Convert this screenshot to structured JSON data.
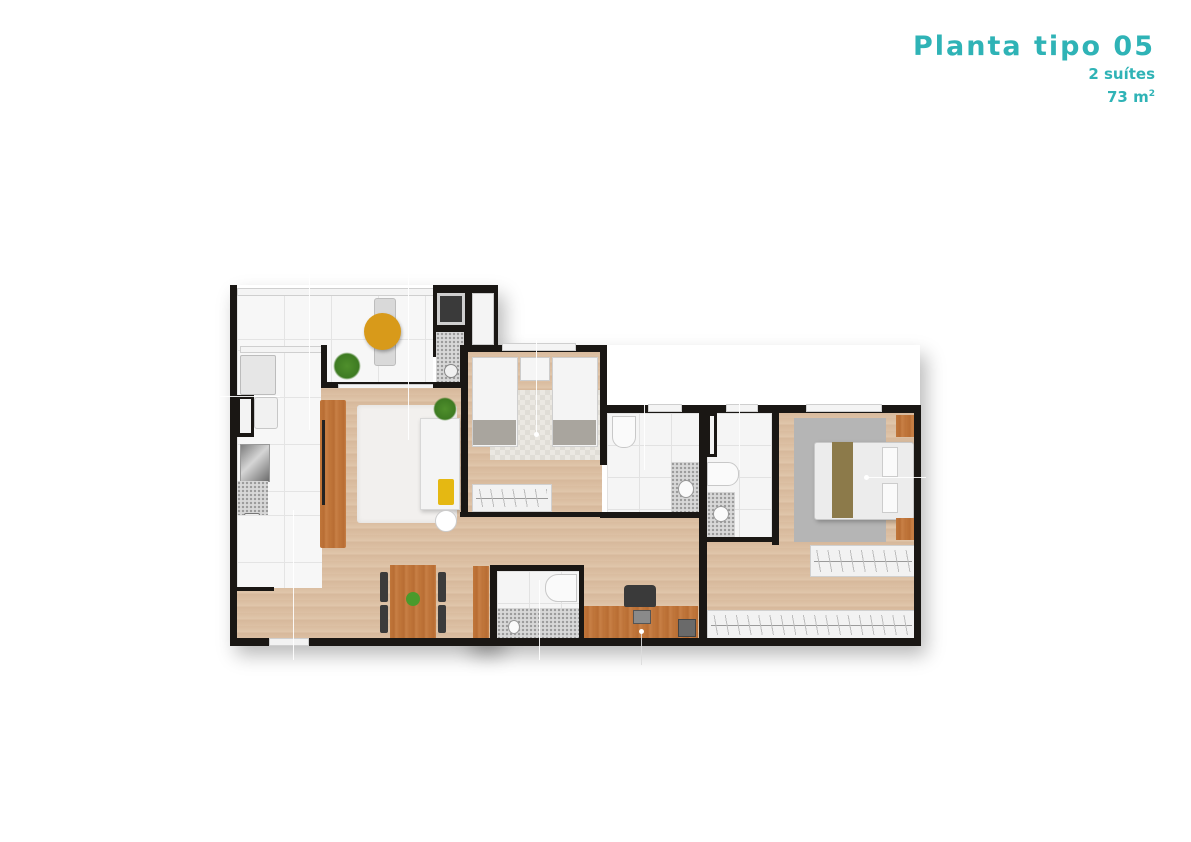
{
  "header": {
    "title": "Planta tipo 05",
    "suites": "2 suítes",
    "area_value": "73 m",
    "area_unit_sup": "2"
  },
  "colors": {
    "accent": "#2fb3b6",
    "wall": "#1a1714",
    "floor_wood": "#d9bc9f",
    "tile": "#f7f7f7",
    "table_yellow": "#d89a1a",
    "bed_runner": "#8c7a4a",
    "cushion_yellow": "#e5b812"
  },
  "floorplan": {
    "rooms": [
      {
        "id": "terrace",
        "icon": "round-table-icon"
      },
      {
        "id": "laundry",
        "icon": "washing-machine-icon"
      },
      {
        "id": "kitchen",
        "icon": "stove-icon"
      },
      {
        "id": "living-room",
        "icon": "sofa-icon"
      },
      {
        "id": "dining",
        "icon": "dining-table-icon"
      },
      {
        "id": "bedroom-1",
        "icon": "twin-beds-icon"
      },
      {
        "id": "bathroom-1",
        "icon": "toilet-icon"
      },
      {
        "id": "suite-bathroom",
        "icon": "toilet-icon"
      },
      {
        "id": "master-suite",
        "icon": "double-bed-icon"
      },
      {
        "id": "powder-room",
        "icon": "toilet-icon"
      },
      {
        "id": "home-office",
        "icon": "desk-icon"
      }
    ]
  }
}
